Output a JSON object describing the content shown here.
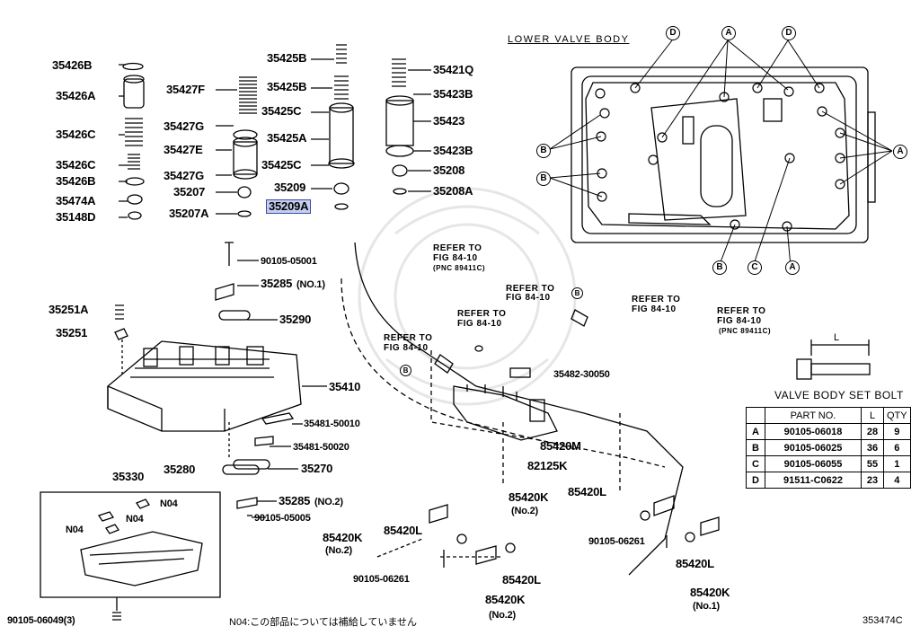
{
  "diagram": {
    "section_title": "LOWER VALVE BODY",
    "parts": {
      "p35426B_1": "35426B",
      "p35426A": "35426A",
      "p35426C_1": "35426C",
      "p35426C_2": "35426C",
      "p35426B_2": "35426B",
      "p35474A": "35474A",
      "p35148D": "35148D",
      "p35427F": "35427F",
      "p35427G_1": "35427G",
      "p35427E": "35427E",
      "p35427G_2": "35427G",
      "p35207": "35207",
      "p35207A": "35207A",
      "p35425B_1": "35425B",
      "p35425B_2": "35425B",
      "p35425C_1": "35425C",
      "p35425A": "35425A",
      "p35425C_2": "35425C",
      "p35209": "35209",
      "p35209A": "35209A",
      "p35421Q": "35421Q",
      "p35423B_1": "35423B",
      "p35423": "35423",
      "p35423B_2": "35423B",
      "p35208": "35208",
      "p35208A": "35208A",
      "p90105_05001": "90105-05001",
      "p35285_1": "35285",
      "p35285_1n": "(NO.1)",
      "p35290": "35290",
      "p35251A": "35251A",
      "p35251": "35251",
      "p35410": "35410",
      "p35481_50010": "35481-50010",
      "p35481_50020": "35481-50020",
      "p35280": "35280",
      "p35270": "35270",
      "p35285_2": "35285",
      "p35285_2n": "(NO.2)",
      "p90105_05005": "90105-05005",
      "p35330": "35330",
      "pN04_1": "N04",
      "pN04_2": "N04",
      "pN04_3": "N04",
      "p90105_06049": "90105-06049(3)",
      "p35482_30050": "35482-30050",
      "p85420M": "85420M",
      "p82125K": "82125K",
      "p85420K_a": "85420K",
      "p85420K_a_n": "(No.2)",
      "p85420L_a": "85420L",
      "p85420K_b": "85420K",
      "p85420K_b_n": "(No.2)",
      "p85420L_b": "85420L",
      "p90105_06261_a": "90105-06261",
      "p85420L_c": "85420L",
      "p85420K_c": "85420K",
      "p85420K_c_n": "(No.2)",
      "p90105_06261_b": "90105-06261",
      "p85420L_d": "85420L",
      "p85420K_d": "85420K",
      "p85420K_d_n": "(No.1)"
    },
    "refs": {
      "r1_a": "REFER TO",
      "r1_b": "FIG 84-10",
      "r1_c": "(PNC 89411C)",
      "r2_a": "REFER TO",
      "r2_b": "FIG 84-10",
      "r3_a": "REFER TO",
      "r3_b": "FIG 84-10",
      "r4_a": "REFER TO",
      "r4_b": "FIG 84-10",
      "r5_a": "REFER TO",
      "r5_b": "FIG 84-10",
      "r6_a": "REFER TO",
      "r6_b": "FIG 84-10",
      "r6_c": "(PNC 89411C)"
    },
    "callouts": {
      "A": "A",
      "B": "B",
      "C": "C",
      "D": "D"
    },
    "dimension_label": "L",
    "note": "N04:この部品については補給していません",
    "figure_id": "353474C"
  },
  "bolt_table": {
    "title": "VALVE BODY SET BOLT",
    "headers": [
      "",
      "PART NO.",
      "L",
      "QTY"
    ],
    "rows": [
      {
        "key": "A",
        "part": "90105-06018",
        "L": "28",
        "qty": "9"
      },
      {
        "key": "B",
        "part": "90105-06025",
        "L": "36",
        "qty": "6"
      },
      {
        "key": "C",
        "part": "90105-06055",
        "L": "55",
        "qty": "1"
      },
      {
        "key": "D",
        "part": "91511-C0622",
        "L": "23",
        "qty": "4"
      }
    ]
  },
  "colors": {
    "highlight": "#c6cef0",
    "highlight_border": "#3a4aa8"
  }
}
